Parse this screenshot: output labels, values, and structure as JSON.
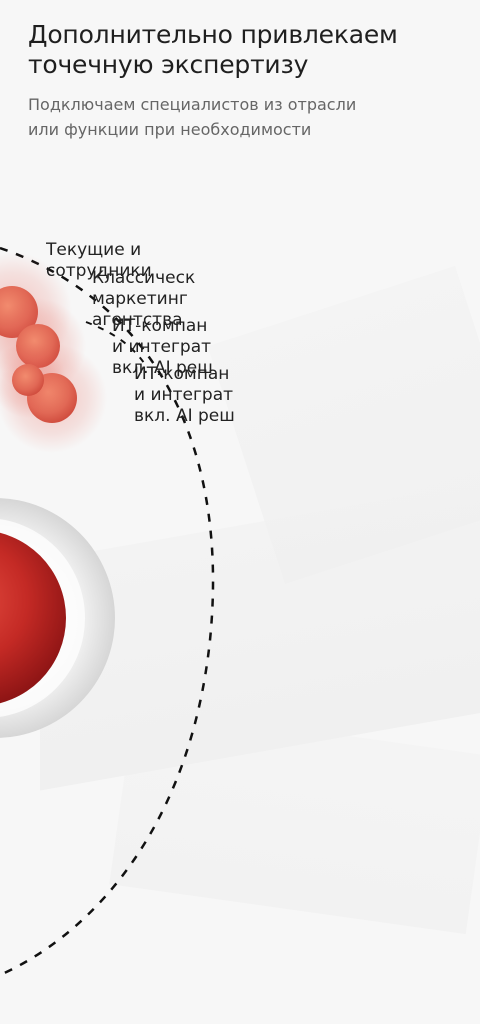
{
  "header": {
    "title": "Дополнительно привлекаем\nточечную экспертизу",
    "subtitle": "Подключаем специалистов из отрасли\nили функции при необходимости"
  },
  "diagram": {
    "labels": [
      "Текущие и \nсотрудники",
      "Классическ\nмаркетинг\nагентства",
      "ИТ-компан\nи интеграт\nвкл. AI реш",
      "ИТ-компан\nи интеграт\nвкл. AI реш"
    ]
  },
  "colors": {
    "accent": "#d64a3d",
    "accent_dark": "#9e1c1c",
    "orbit": "#111111",
    "background": "#f7f7f7"
  }
}
